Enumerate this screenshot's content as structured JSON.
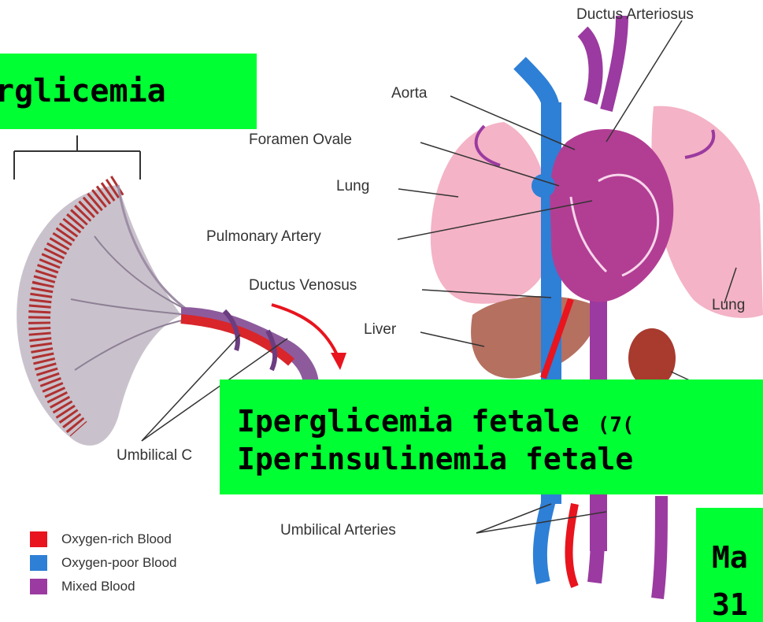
{
  "labels": {
    "ductus_arteriosus": "Ductus Arteriosus",
    "aorta": "Aorta",
    "foramen_ovale": "Foramen Ovale",
    "lung_left": "Lung",
    "pulmonary_artery": "Pulmonary Artery",
    "ductus_venosus": "Ductus Venosus",
    "liver": "Liver",
    "lung_right": "Lung",
    "umbilical_cord": "Umbilical C",
    "umbilical_arteries": "Umbilical Arteries"
  },
  "overlays": {
    "top_left": "rglicemia",
    "center_line1": "Iperglicemia fetale",
    "center_line1_small": "(7(",
    "center_line2": "Iperinsulinemia fetale",
    "bottom_right_line1": "Ma",
    "bottom_right_line2": "31"
  },
  "legend": [
    {
      "label": "Oxygen-rich Blood",
      "color": "#e8141e"
    },
    {
      "label": "Oxygen-poor Blood",
      "color": "#2e7fd6"
    },
    {
      "label": "Mixed Blood",
      "color": "#9b3aa0"
    }
  ],
  "colors": {
    "highlight": "#00ff33",
    "oxygen_rich": "#e8141e",
    "oxygen_poor": "#2e7fd6",
    "mixed": "#9b3aa0",
    "lung": "#f4b3c6",
    "liver": "#b57060"
  }
}
